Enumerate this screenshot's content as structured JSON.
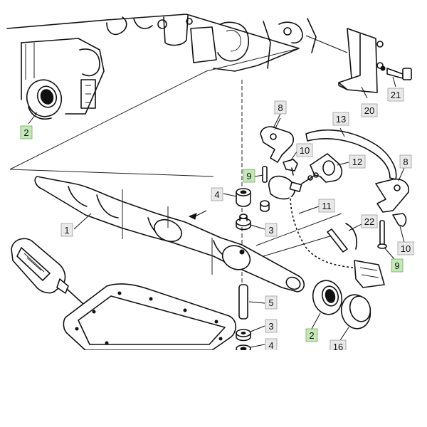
{
  "diagram": {
    "callouts": [
      {
        "id": "c2a",
        "label": "2",
        "highlight": true
      },
      {
        "id": "c8a",
        "label": "8",
        "highlight": false
      },
      {
        "id": "c13",
        "label": "13",
        "highlight": false
      },
      {
        "id": "c20",
        "label": "20",
        "highlight": false
      },
      {
        "id": "c21",
        "label": "21",
        "highlight": false
      },
      {
        "id": "c10a",
        "label": "10",
        "highlight": false
      },
      {
        "id": "c12",
        "label": "12",
        "highlight": false
      },
      {
        "id": "c9a",
        "label": "9",
        "highlight": true
      },
      {
        "id": "c8b",
        "label": "8",
        "highlight": false
      },
      {
        "id": "c4a",
        "label": "4",
        "highlight": false
      },
      {
        "id": "c11",
        "label": "11",
        "highlight": false
      },
      {
        "id": "c22",
        "label": "22",
        "highlight": false
      },
      {
        "id": "c1",
        "label": "1",
        "highlight": false
      },
      {
        "id": "c3a",
        "label": "3",
        "highlight": false
      },
      {
        "id": "c10b",
        "label": "10",
        "highlight": false
      },
      {
        "id": "c9b",
        "label": "9",
        "highlight": true
      },
      {
        "id": "c5",
        "label": "5",
        "highlight": false
      },
      {
        "id": "c3b",
        "label": "3",
        "highlight": false
      },
      {
        "id": "c2b",
        "label": "2",
        "highlight": true
      },
      {
        "id": "c16",
        "label": "16",
        "highlight": false
      },
      {
        "id": "c4b",
        "label": "4",
        "highlight": false
      }
    ],
    "colors": {
      "ink": "#111111",
      "callout_fill": "#e9e9e9",
      "callout_highlight": "#c6e7b8"
    }
  }
}
